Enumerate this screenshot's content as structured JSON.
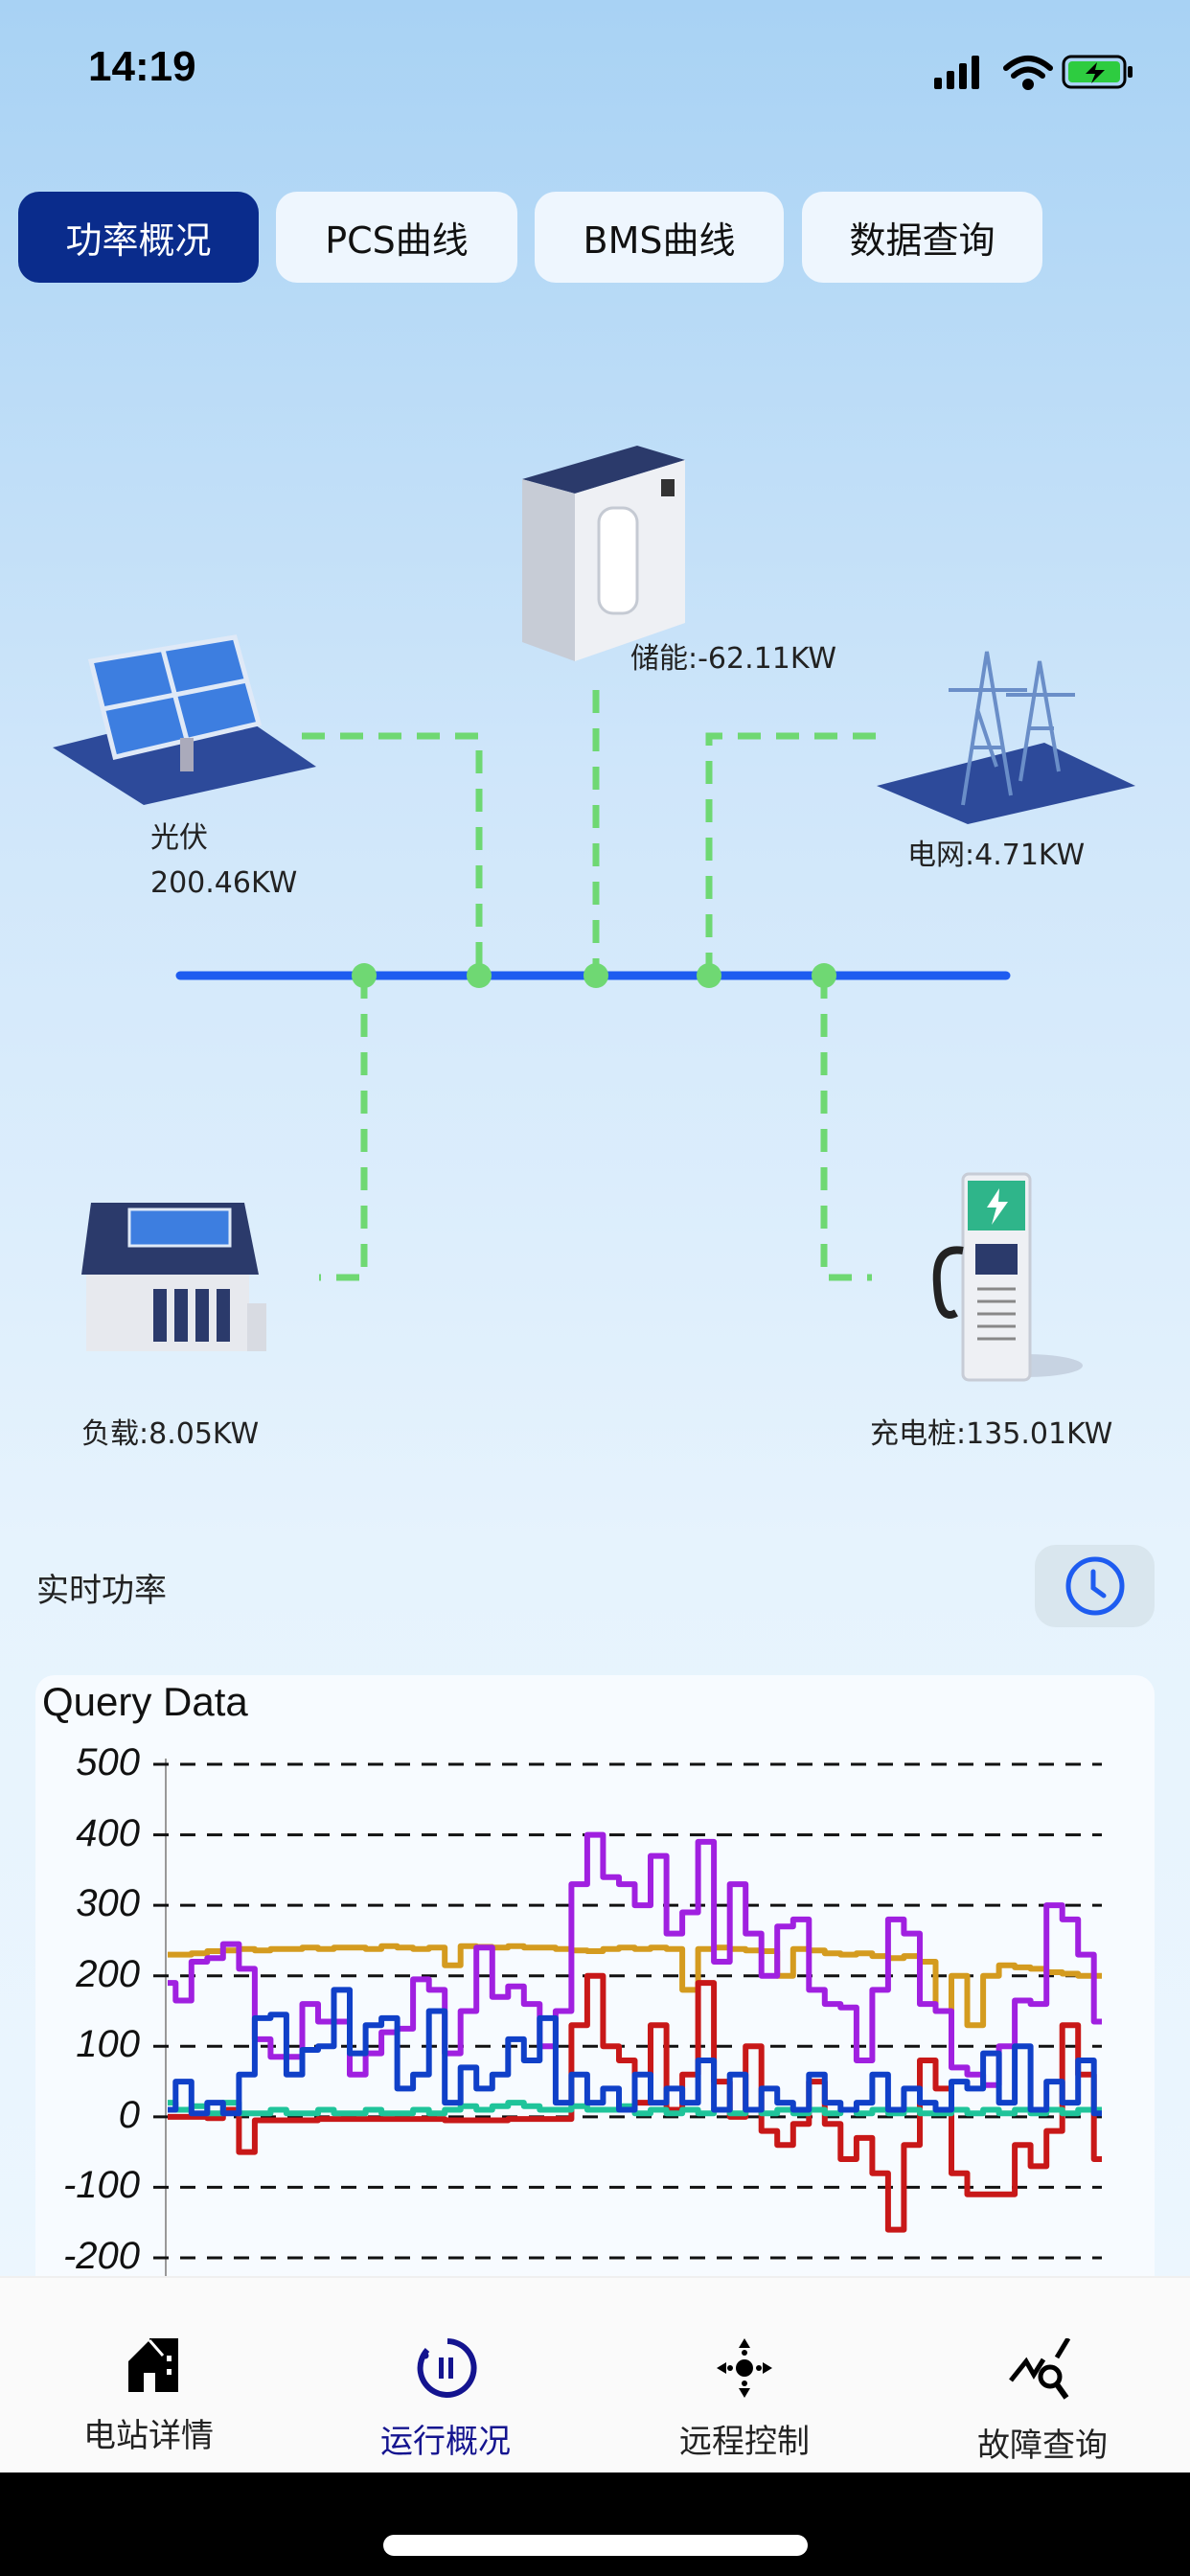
{
  "status_bar": {
    "time": "14:19",
    "battery_color": "#2ecc40"
  },
  "tabs": [
    {
      "label": "功率概况",
      "active": true
    },
    {
      "label": "PCS曲线"
    },
    {
      "label": "BMS曲线"
    },
    {
      "label": "数据查询"
    }
  ],
  "diagram": {
    "pv": {
      "name": "光伏",
      "value": "200.46KW"
    },
    "storage": {
      "label": "储能:-62.11KW"
    },
    "grid": {
      "label": "电网:4.71KW"
    },
    "load": {
      "label": "负载:8.05KW"
    },
    "charger": {
      "label": "充电桩:135.01KW"
    },
    "bus_color": "#1e5cf0",
    "link_color": "#6fd873"
  },
  "section": {
    "title": "实时功率",
    "history_icon": "clock-icon"
  },
  "chart_data": {
    "type": "line",
    "title": "Query Data",
    "ylim": [
      -200,
      500
    ],
    "yticks": [
      "500",
      "400",
      "300",
      "200",
      "100",
      "0",
      "-100",
      "-200"
    ],
    "grid": true,
    "series": [
      {
        "name": "gold",
        "color": "#d49b1f",
        "values": [
          230,
          230,
          232,
          235,
          236,
          238,
          236,
          238,
          238,
          240,
          238,
          240,
          240,
          238,
          242,
          240,
          238,
          240,
          215,
          242,
          241,
          240,
          242,
          240,
          240,
          238,
          236,
          235,
          238,
          240,
          238,
          240,
          238,
          180,
          238,
          240,
          238,
          236,
          235,
          200,
          238,
          236,
          232,
          230,
          232,
          228,
          225,
          228,
          220,
          150,
          200,
          130,
          200,
          215,
          212,
          210,
          205,
          203,
          200,
          200
        ]
      },
      {
        "name": "purple",
        "color": "#a020e0",
        "values": [
          190,
          165,
          220,
          225,
          245,
          210,
          110,
          85,
          85,
          160,
          135,
          135,
          60,
          90,
          120,
          125,
          195,
          180,
          90,
          150,
          240,
          170,
          185,
          160,
          100,
          150,
          330,
          400,
          340,
          330,
          300,
          370,
          260,
          290,
          390,
          220,
          330,
          260,
          200,
          270,
          280,
          180,
          160,
          155,
          80,
          180,
          280,
          260,
          160,
          150,
          70,
          60,
          45,
          100,
          165,
          160,
          300,
          280,
          230,
          135
        ]
      },
      {
        "name": "red",
        "color": "#c81818",
        "values": [
          0,
          0,
          0,
          -2,
          10,
          -50,
          -5,
          -5,
          -5,
          -5,
          -3,
          -3,
          -3,
          -3,
          -3,
          -3,
          -3,
          -3,
          -5,
          -5,
          -5,
          -5,
          -3,
          -3,
          -3,
          -3,
          130,
          200,
          100,
          80,
          20,
          130,
          10,
          60,
          190,
          50,
          0,
          100,
          -20,
          -40,
          -10,
          50,
          -10,
          -60,
          -30,
          -80,
          -160,
          -40,
          80,
          40,
          -80,
          -110,
          -110,
          -110,
          -40,
          -70,
          -20,
          130,
          60,
          -60
        ]
      },
      {
        "name": "teal",
        "color": "#1fc49a",
        "values": [
          20,
          10,
          15,
          5,
          20,
          5,
          5,
          10,
          5,
          5,
          10,
          5,
          5,
          10,
          5,
          5,
          10,
          5,
          10,
          15,
          10,
          15,
          20,
          15,
          10,
          10,
          15,
          10,
          10,
          15,
          5,
          10,
          5,
          10,
          5,
          10,
          5,
          10,
          5,
          10,
          5,
          10,
          5,
          10,
          5,
          10,
          5,
          10,
          5,
          5,
          10,
          5,
          10,
          5,
          10,
          5,
          10,
          5,
          10,
          10
        ]
      },
      {
        "name": "blue",
        "color": "#1040c8",
        "values": [
          10,
          50,
          5,
          20,
          5,
          60,
          140,
          145,
          60,
          95,
          100,
          180,
          90,
          130,
          140,
          40,
          60,
          150,
          20,
          70,
          40,
          60,
          110,
          80,
          140,
          20,
          60,
          20,
          40,
          10,
          60,
          20,
          40,
          20,
          80,
          10,
          60,
          10,
          40,
          20,
          10,
          60,
          20,
          10,
          20,
          60,
          10,
          40,
          20,
          10,
          50,
          40,
          90,
          20,
          100,
          10,
          50,
          20,
          80,
          5
        ]
      }
    ]
  },
  "bottom_nav": [
    {
      "label": "电站详情",
      "icon": "station-icon"
    },
    {
      "label": "运行概况",
      "icon": "overview-icon",
      "active": true
    },
    {
      "label": "远程控制",
      "icon": "remote-control-icon"
    },
    {
      "label": "故障查询",
      "icon": "fault-search-icon"
    }
  ]
}
